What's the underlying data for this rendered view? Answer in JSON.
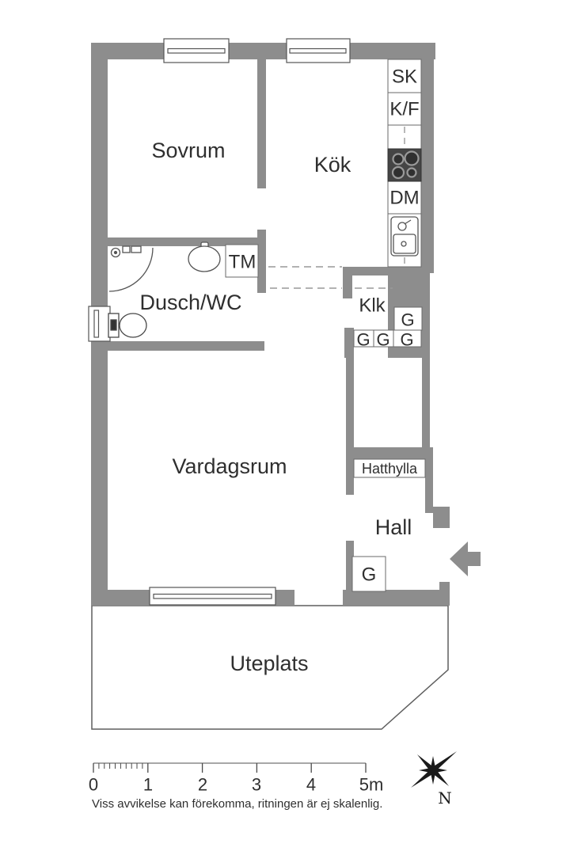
{
  "title": "Apartment floor plan",
  "colors": {
    "wall": "#8d8d8d",
    "fixture_line": "#5a5a5a",
    "text": "#2f2f2f",
    "stove_bg": "#454545",
    "patio_line": "#5f5f5f"
  },
  "rooms": {
    "sovrum": "Sovrum",
    "kok": "Kök",
    "dusch_wc": "Dusch/WC",
    "vardagsrum": "Vardagsrum",
    "klk": "Klk",
    "hall": "Hall",
    "uteplats": "Uteplats"
  },
  "fixtures": {
    "sk": "SK",
    "kf": "K/F",
    "dm": "DM",
    "tm": "TM",
    "g": "G",
    "hatthylla": "Hatthylla"
  },
  "scale_bar": {
    "labels": [
      "0",
      "1",
      "2",
      "3",
      "4",
      "5m"
    ]
  },
  "compass": {
    "north_label": "N"
  },
  "disclaimer": "Viss avvikelse kan förekomma, ritningen är ej skalenlig."
}
